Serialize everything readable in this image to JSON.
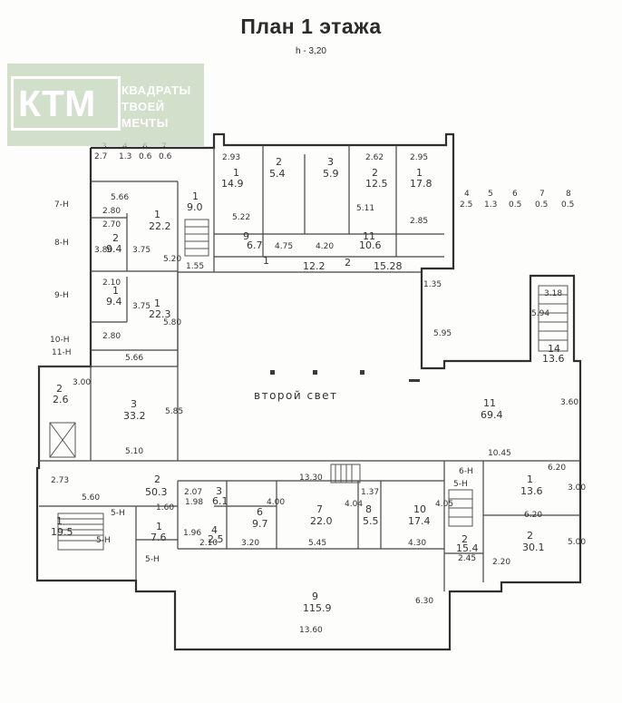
{
  "title": "План  1  этажа",
  "subtitle": "h  - 3,20",
  "logo": {
    "mark": "КТМ",
    "line1": "КВАДРАТЫ",
    "line2": "ТВОЕЙ",
    "line3": "МЕЧТЫ"
  },
  "atrium_label": "второй свет",
  "area_labels": [
    {
      "text": "1"
    },
    {
      "text": "14.9"
    },
    {
      "text": "2"
    },
    {
      "text": "5.4"
    },
    {
      "text": "3"
    },
    {
      "text": "5.9"
    },
    {
      "text": "2"
    },
    {
      "text": "12.5"
    },
    {
      "text": "1"
    },
    {
      "text": "17.8"
    },
    {
      "text": "1"
    },
    {
      "text": "22.2"
    },
    {
      "text": "2"
    },
    {
      "text": "9.4"
    },
    {
      "text": "1"
    },
    {
      "text": "9.4"
    },
    {
      "text": "1"
    },
    {
      "text": "22.3"
    },
    {
      "text": "1"
    },
    {
      "text": "9.0"
    },
    {
      "text": "9"
    },
    {
      "text": "6.7"
    },
    {
      "text": "11"
    },
    {
      "text": "10.6"
    },
    {
      "text": "1"
    },
    {
      "text": "12.2"
    },
    {
      "text": "2"
    },
    {
      "text": "15.28"
    },
    {
      "text": "3"
    },
    {
      "text": "33.2"
    },
    {
      "text": "11"
    },
    {
      "text": "69.4"
    },
    {
      "text": "14"
    },
    {
      "text": "13.6"
    },
    {
      "text": "2"
    },
    {
      "text": "50.3"
    },
    {
      "text": "3"
    },
    {
      "text": "6.1"
    },
    {
      "text": "6"
    },
    {
      "text": "9.7"
    },
    {
      "text": "7"
    },
    {
      "text": "22.0"
    },
    {
      "text": "8"
    },
    {
      "text": "5.5"
    },
    {
      "text": "10"
    },
    {
      "text": "17.4"
    },
    {
      "text": "1"
    },
    {
      "text": "13.6"
    },
    {
      "text": "2"
    },
    {
      "text": "30.1"
    },
    {
      "text": "9"
    },
    {
      "text": "115.9"
    },
    {
      "text": "1"
    },
    {
      "text": "19.5"
    },
    {
      "text": "1"
    },
    {
      "text": "7.6"
    },
    {
      "text": "4"
    },
    {
      "text": "2.5"
    },
    {
      "text": "2"
    },
    {
      "text": "15.4"
    },
    {
      "text": "2"
    },
    {
      "text": "2.6"
    }
  ],
  "dimension_labels": [
    {
      "text": "3"
    },
    {
      "text": "2.7"
    },
    {
      "text": "4"
    },
    {
      "text": "1.3"
    },
    {
      "text": "6"
    },
    {
      "text": "0.6"
    },
    {
      "text": "7"
    },
    {
      "text": "0.6"
    },
    {
      "text": "4"
    },
    {
      "text": "2.5"
    },
    {
      "text": "5"
    },
    {
      "text": "1.3"
    },
    {
      "text": "6"
    },
    {
      "text": "0.5"
    },
    {
      "text": "7"
    },
    {
      "text": "0.5"
    },
    {
      "text": "8"
    },
    {
      "text": "0.5"
    },
    {
      "text": "5.66"
    },
    {
      "text": "2.80"
    },
    {
      "text": "2.70"
    },
    {
      "text": "3.75"
    },
    {
      "text": "5.20"
    },
    {
      "text": "3.80"
    },
    {
      "text": "2.10"
    },
    {
      "text": "3.75"
    },
    {
      "text": "5.80"
    },
    {
      "text": "2.80"
    },
    {
      "text": "5.66"
    },
    {
      "text": "1.55"
    },
    {
      "text": "2.93"
    },
    {
      "text": "5.22"
    },
    {
      "text": "2.62"
    },
    {
      "text": "5.11"
    },
    {
      "text": "2.95"
    },
    {
      "text": "2.85"
    },
    {
      "text": "4.75"
    },
    {
      "text": "4.20"
    },
    {
      "text": "1.35"
    },
    {
      "text": "5.95"
    },
    {
      "text": "3.18"
    },
    {
      "text": "5.94"
    },
    {
      "text": "3.00"
    },
    {
      "text": "5.85"
    },
    {
      "text": "5.10"
    },
    {
      "text": "3.60"
    },
    {
      "text": "10.45"
    },
    {
      "text": "2.73"
    },
    {
      "text": "5.60"
    },
    {
      "text": "1.60"
    },
    {
      "text": "2.07"
    },
    {
      "text": "1.98"
    },
    {
      "text": "4.00"
    },
    {
      "text": "13.30"
    },
    {
      "text": "1.37"
    },
    {
      "text": "4.04"
    },
    {
      "text": "4.05"
    },
    {
      "text": "6.20"
    },
    {
      "text": "3.00"
    },
    {
      "text": "6.20"
    },
    {
      "text": "5.00"
    },
    {
      "text": "2.20"
    },
    {
      "text": "2.45"
    },
    {
      "text": "3.20"
    },
    {
      "text": "5.45"
    },
    {
      "text": "4.30"
    },
    {
      "text": "6.30"
    },
    {
      "text": "13.60"
    },
    {
      "text": "1.96"
    },
    {
      "text": "2.10"
    }
  ],
  "axis_labels": [
    {
      "text": "7-Н"
    },
    {
      "text": "8-Н"
    },
    {
      "text": "9-Н"
    },
    {
      "text": "10-Н"
    },
    {
      "text": "11-Н"
    },
    {
      "text": "5-Н"
    },
    {
      "text": "6-Н"
    },
    {
      "text": "5-Н"
    },
    {
      "text": "5-Н"
    },
    {
      "text": "5-Н"
    }
  ]
}
